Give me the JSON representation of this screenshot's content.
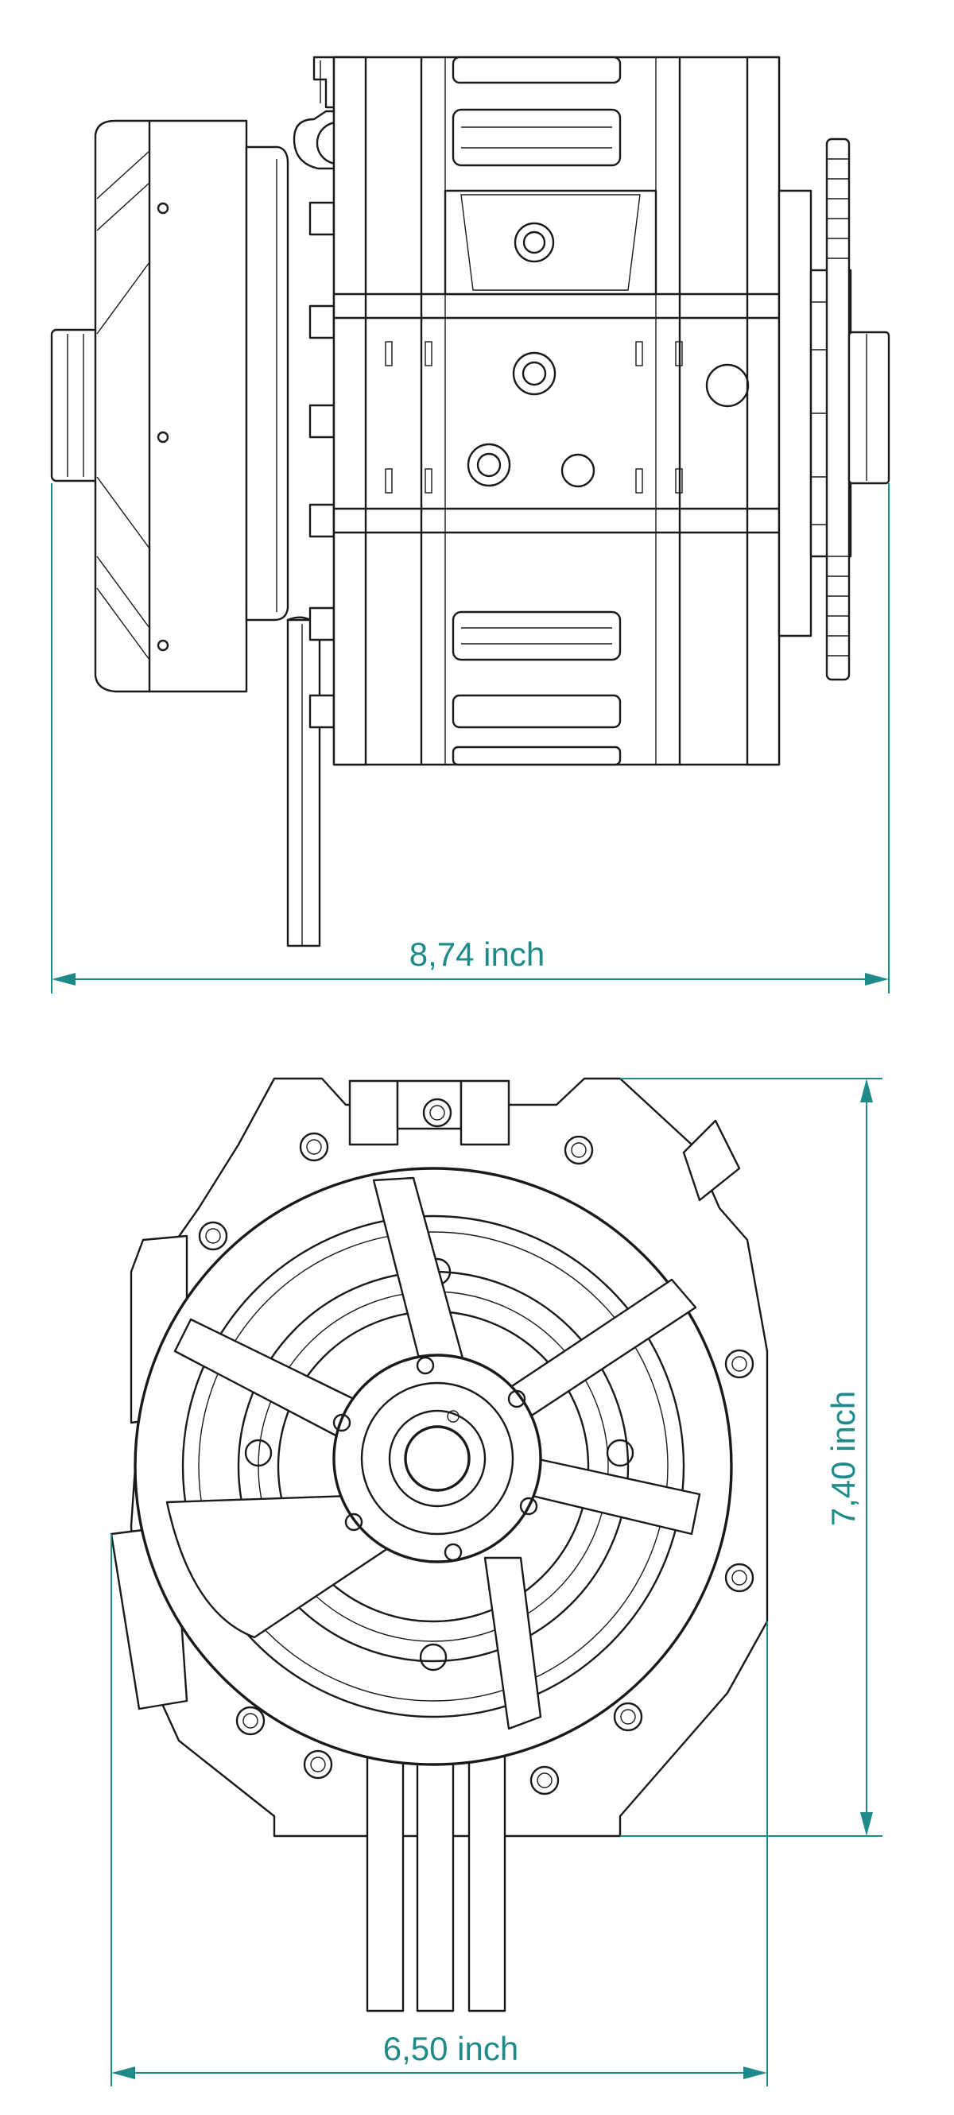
{
  "dimensions": {
    "length_label": "8,74 inch",
    "height_label": "7,40 inch",
    "width_label": "6,50 inch"
  },
  "colors": {
    "line": "#1a1a1a",
    "dimension": "#1f8a8a",
    "background": "#ffffff"
  }
}
